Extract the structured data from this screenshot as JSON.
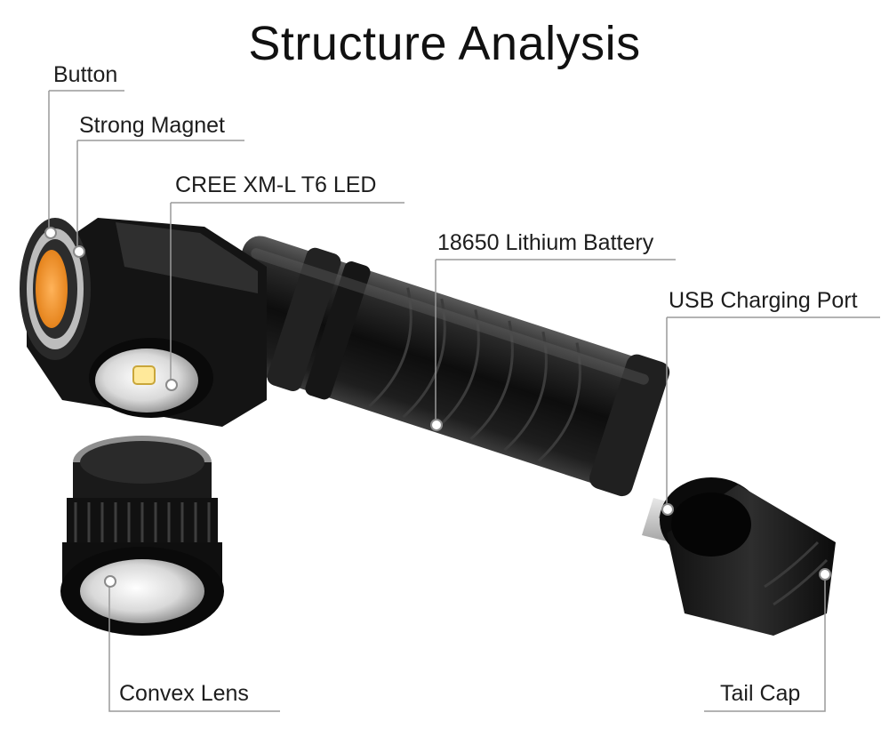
{
  "title": "Structure Analysis",
  "labels": {
    "button": "Button",
    "strong_magnet": "Strong Magnet",
    "led": "CREE XM-L T6 LED",
    "battery": "18650 Lithium Battery",
    "usb_port": "USB Charging Port",
    "convex_lens": "Convex Lens",
    "tail_cap": "Tail Cap"
  },
  "colors": {
    "body": "#1b1b1b",
    "button_orange": "#f08a1e",
    "leader_line": "#9a9a9a"
  }
}
